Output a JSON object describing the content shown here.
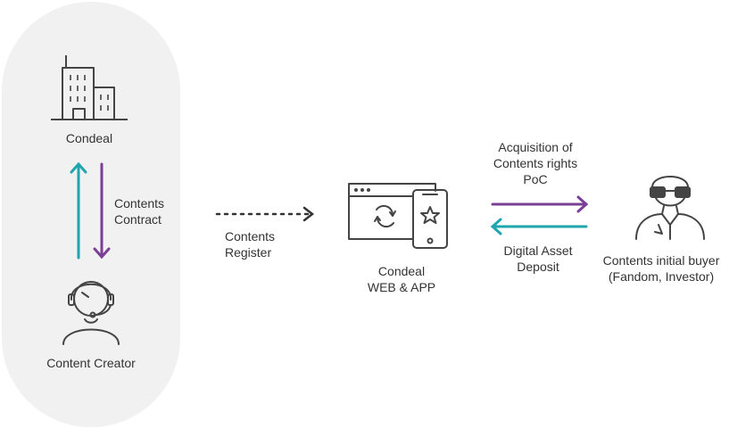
{
  "nodes": {
    "condeal": {
      "label": "Condeal"
    },
    "creator": {
      "label": "Content Creator"
    },
    "web_app": {
      "label_line1": "Condeal",
      "label_line2": "WEB & APP"
    },
    "buyer": {
      "label_line1": "Contents initial buyer",
      "label_line2": "(Fandom, Investor)"
    }
  },
  "edges": {
    "contract": {
      "line1": "Contents",
      "line2": "Contract"
    },
    "register": {
      "line1": "Contents",
      "line2": "Register"
    },
    "acquisition": {
      "line1": "Acquisition of",
      "line2": "Contents rights",
      "line3": "PoC"
    },
    "deposit": {
      "line1": "Digital Asset",
      "line2": "Deposit"
    }
  },
  "colors": {
    "teal": "#1fa5ad",
    "purple": "#7b3f97",
    "icon": "#444444",
    "panel": "#f1f1f1"
  },
  "icons": [
    "building-icon",
    "headset-person-icon",
    "browser-phone-icon",
    "businessman-icon"
  ]
}
